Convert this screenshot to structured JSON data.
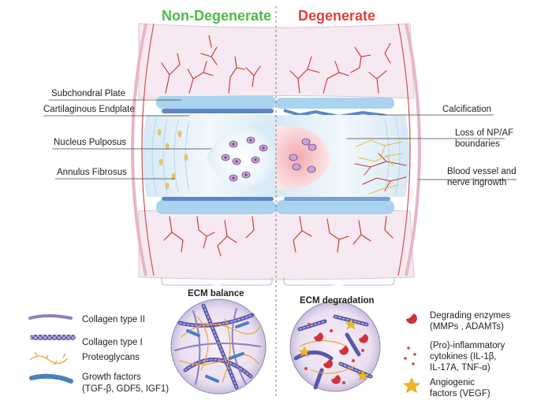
{
  "titles": {
    "left": "Non-Degenerate",
    "right": "Degenerate",
    "left_color": "#4cbb47",
    "right_color": "#e0403a"
  },
  "left_labels": {
    "subchondral_plate": "Subchondral Plate",
    "cartilaginous_endplate": "Cartilaginous Endplate",
    "nucleus_pulposus": "Nucleus Pulposus",
    "annulus_fibrosus": "Annulus Fibrosus"
  },
  "right_labels": {
    "calcification": "Calcification",
    "loss_boundaries_1": "Loss of NP/AF",
    "loss_boundaries_2": "boundaries",
    "blood_vessel_1": "Blood vessel and",
    "blood_vessel_2": "nerve ingrowth"
  },
  "ecm": {
    "balance": "ECM balance",
    "degradation": "ECM degradation"
  },
  "legend_left": {
    "collagen_ii": "Collagen type II",
    "collagen_i": "Collagen type I",
    "proteoglycans": "Proteoglycans",
    "growth_factors_1": "Growth factors",
    "growth_factors_2": "(TGF-β, GDF5, IGF1)"
  },
  "legend_right": {
    "enzymes_1": "Degrading enzymes",
    "enzymes_2": "(MMPs , ADAMTs)",
    "cytokines_1": "(Pro)-inflammatory",
    "cytokines_2": "cytokines (IL-1β,",
    "cytokines_3": "IL-17A, TNF-α)",
    "angio_1": "Angiogenic",
    "angio_2": "factors (VEGF)"
  },
  "colors": {
    "bone_fill": "#f6e9f1",
    "vessel": "#c8322b",
    "plate": "#a9d3ee",
    "endplate": "#5d86c4",
    "nucleus": "#eef6fb",
    "cell": "#7a3f86",
    "collagen_ii": "#8b7fc0",
    "collagen_i": "#5a56a8",
    "proteoglycan": "#e7a43b",
    "growth_factor": "#4a80c0",
    "enzyme": "#d2313b",
    "cytokine": "#d0463c",
    "angiogenic": "#f2b726"
  }
}
